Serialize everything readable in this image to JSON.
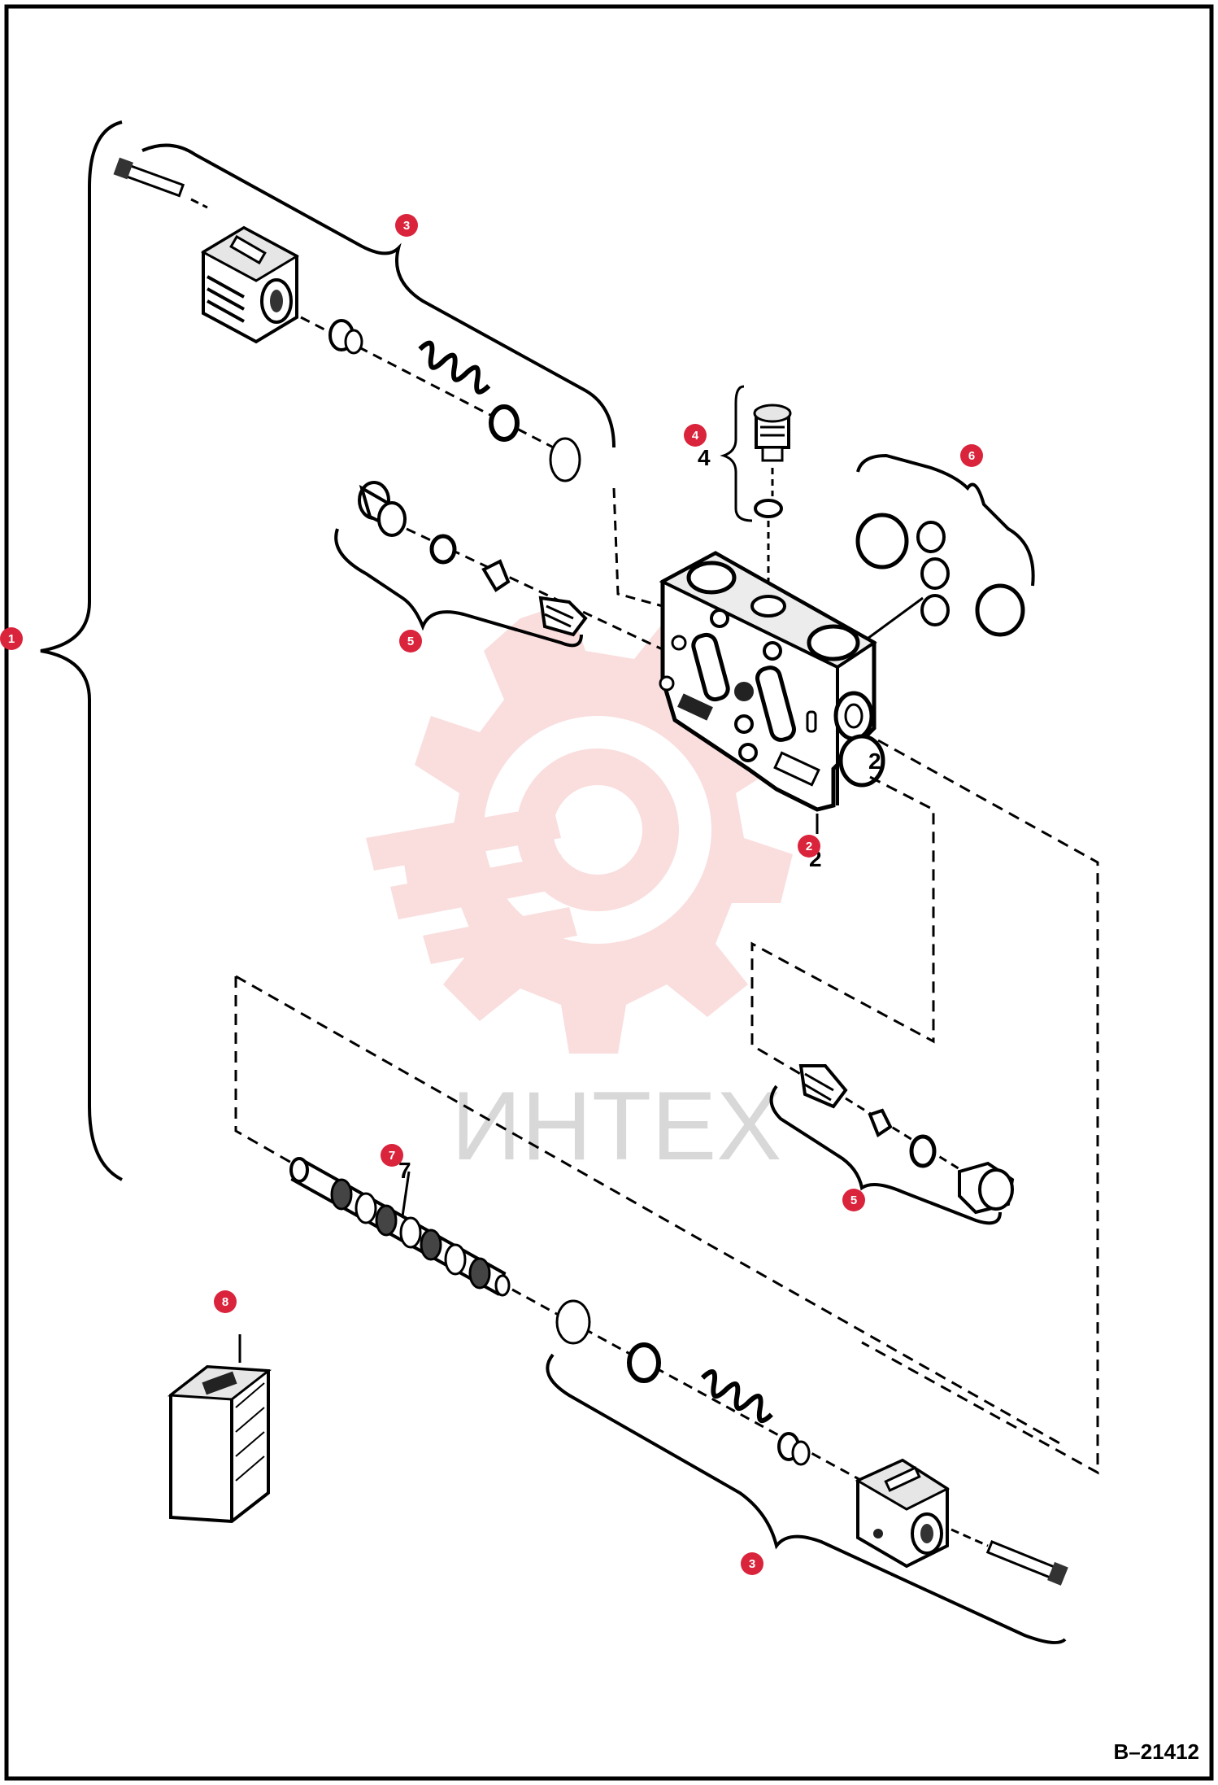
{
  "diagram": {
    "drawing_number": "B–21412",
    "watermark_text": "ИНТЕХ",
    "colors": {
      "callout": "#d9243c",
      "line": "#000000",
      "watermark": "#f4b6b6"
    },
    "callouts": [
      {
        "id": "callout-1",
        "number": "1"
      },
      {
        "id": "callout-2",
        "number": "2"
      },
      {
        "id": "callout-3-top",
        "number": "3"
      },
      {
        "id": "callout-3-bottom",
        "number": "3"
      },
      {
        "id": "callout-4",
        "number": "4"
      },
      {
        "id": "callout-5-left",
        "number": "5"
      },
      {
        "id": "callout-5-right",
        "number": "5"
      },
      {
        "id": "callout-6",
        "number": "6"
      },
      {
        "id": "callout-7",
        "number": "7"
      },
      {
        "id": "callout-8",
        "number": "8"
      }
    ],
    "printed_labels": {
      "item_4": "4",
      "item_2": "2",
      "item_2_side": "2",
      "item_7": "7"
    }
  }
}
